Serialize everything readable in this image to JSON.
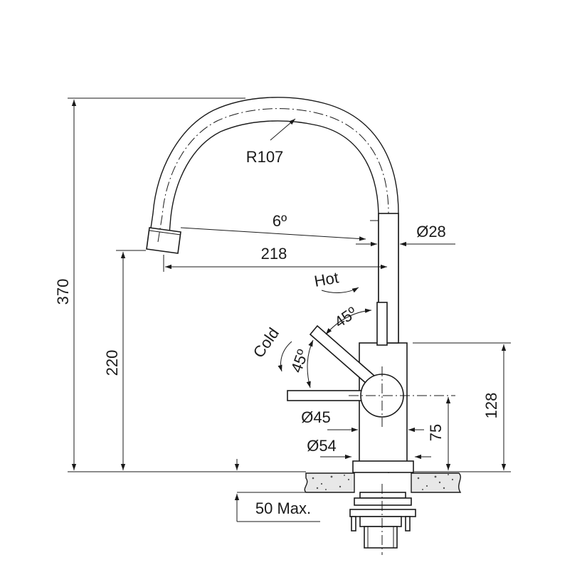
{
  "dimensions": {
    "total_height": "370",
    "spout_height": "220",
    "body_height": "128",
    "lever_height": "75",
    "reach": "218",
    "radius": "R107",
    "spout_angle": "6º",
    "spout_diameter": "Ø28",
    "body_diameter": "Ø45",
    "base_diameter": "Ø54",
    "counter_thickness": "50 Max."
  },
  "lever": {
    "hot_label": "Hot",
    "cold_label": "Cold",
    "hot_angle": "45º",
    "cold_angle": "45º"
  }
}
